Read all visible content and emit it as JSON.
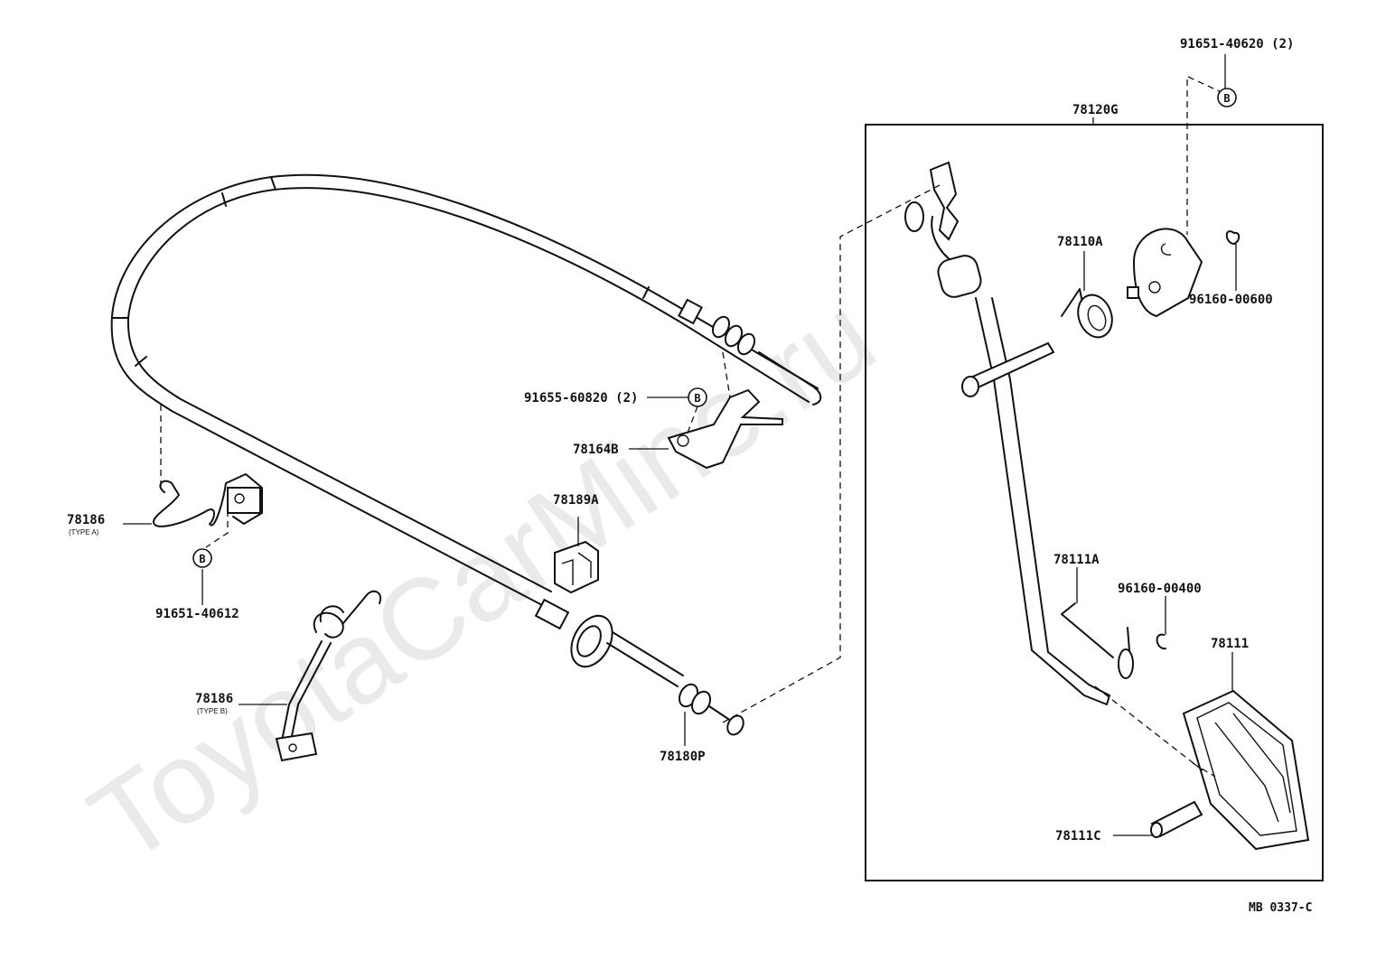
{
  "watermark": "ToyotaCarMine.ru",
  "diagram_code": "MB 0337-C",
  "bolt_marker": "B",
  "parts": {
    "p91651_40620": "91651-40620 (2)",
    "p78120G": "78120G",
    "p78110A": "78110A",
    "p96160_00600": "96160-00600",
    "p91655_60820": "91655-60820 (2)",
    "p78164B": "78164B",
    "p78186A": "78186",
    "p78186A_type": "(TYPE A)",
    "p91651_40612": "91651-40612",
    "p78189A": "78189A",
    "p78186B": "78186",
    "p78186B_type": "(TYPE B)",
    "p78180P": "78180P",
    "p78111A": "78111A",
    "p96160_00400": "96160-00400",
    "p78111": "78111",
    "p78111C": "78111C"
  }
}
